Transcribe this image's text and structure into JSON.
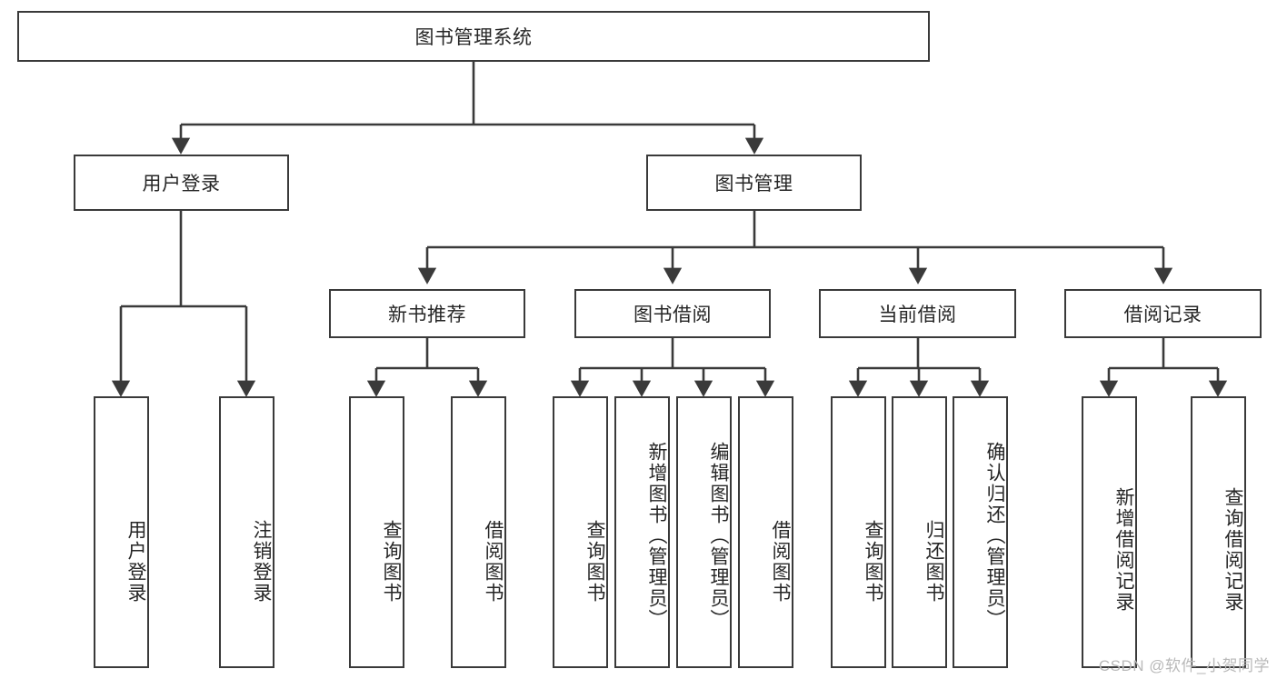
{
  "diagram": {
    "title": "图书管理系统",
    "root": {
      "label": "图书管理系统"
    },
    "level2": [
      {
        "label": "用户登录"
      },
      {
        "label": "图书管理"
      }
    ],
    "level3": [
      {
        "label": "新书推荐"
      },
      {
        "label": "图书借阅"
      },
      {
        "label": "当前借阅"
      },
      {
        "label": "借阅记录"
      }
    ],
    "leaves": {
      "user_login": [
        {
          "label": "用户登录"
        },
        {
          "label": "注销登录"
        }
      ],
      "new_book_recommend": [
        {
          "label": "查询图书"
        },
        {
          "label": "借阅图书"
        }
      ],
      "book_borrow": [
        {
          "label": "查询图书"
        },
        {
          "label": "新增图书（管理员）"
        },
        {
          "label": "编辑图书（管理员）"
        },
        {
          "label": "借阅图书"
        }
      ],
      "current_borrow": [
        {
          "label": "查询图书"
        },
        {
          "label": "归还图书"
        },
        {
          "label": "确认归还（管理员）"
        }
      ],
      "borrow_record": [
        {
          "label": "新增借阅记录"
        },
        {
          "label": "查询借阅记录"
        }
      ]
    }
  },
  "watermark": {
    "text": "CSDN @软件_小贺同学"
  },
  "colors": {
    "stroke": "#3a3a3a",
    "text": "#262626",
    "background": "#ffffff",
    "watermark": "#b9b9b9"
  }
}
